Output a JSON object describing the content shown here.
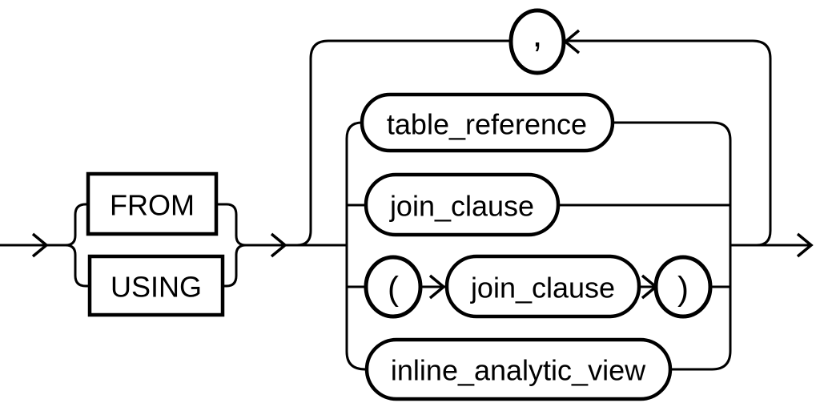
{
  "diagram": {
    "kind": "railroad-syntax-diagram",
    "keyword_choice": {
      "from": "FROM",
      "using": "USING"
    },
    "operand_choice": {
      "table_reference": "table_reference",
      "join_clause": "join_clause",
      "parenthesized_join_clause": {
        "open_paren": "(",
        "label": "join_clause",
        "close_paren": ")"
      },
      "inline_analytic_view": "inline_analytic_view"
    },
    "repeat_loop": {
      "separator": ","
    }
  },
  "colors": {
    "line": "#000000",
    "text": "#000000",
    "background": "#ffffff"
  }
}
